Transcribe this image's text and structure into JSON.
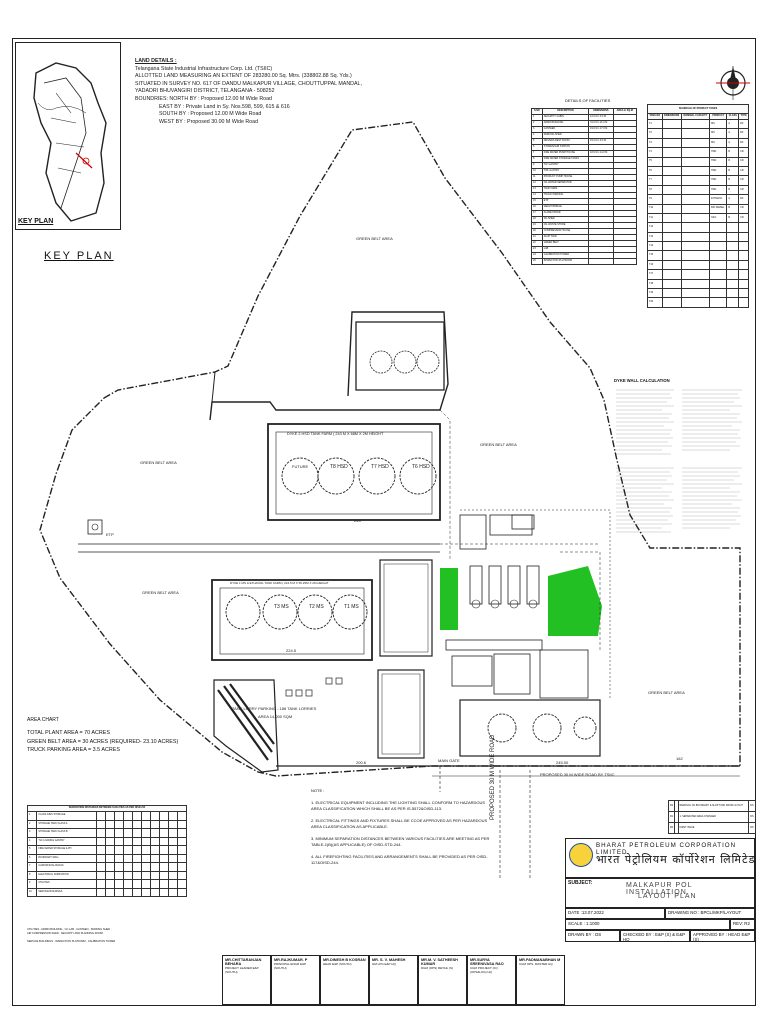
{
  "key_plan": {
    "label": "KEY PLAN",
    "title": "KEY PLAN"
  },
  "land_details": {
    "heading": "LAND DETAILS :",
    "lines": [
      "Telangana State Industrial Infrastructure Corp. Ltd. (TSIIC)",
      "ALLOTTED LAND MEASURING AN EXTENT OF 283280.00 Sq. Mtrs. (338802.88 Sq. Yds.)",
      "SITUATED IN SURVEY NO. 617 OF DANDU MALKAPUR VILLAGE, CHOUTTUPPAL MANDAL,",
      "YADADRI BHUVANGIRI DISTRICT, TELANGANA - 508252",
      "BOUNDRIES: NORTH BY : Proposed 12.00 M Wide Road"
    ],
    "indent_lines": [
      "EAST BY : Private Land in Sy. Nos.598, 599, 615 & 616",
      "SOUTH BY : Proposed 12.00 M Wide Road",
      "WEST BY : Proposed 30.00 M Wide Road"
    ]
  },
  "facilities": {
    "title": "DETAILS OF FACILITIES",
    "headers": [
      "S.NO",
      "DESCRIPTION",
      "DIMENSIONS",
      "AREA in SQ.M"
    ],
    "rows": [
      [
        "1",
        "SECURITY CABIN",
        "12.0 M x 6.0 M",
        ""
      ],
      [
        "2",
        "ADMIN BUILDING",
        "31.0 M x 21.0 M",
        ""
      ],
      [
        "3",
        "CANTEEN",
        "19.0 M x 17.0 M",
        ""
      ],
      [
        "4",
        "PARKING SHED",
        "",
        ""
      ],
      [
        "5",
        "DRIVERS REST ROOM",
        "15.0 M x 8.0 M",
        ""
      ],
      [
        "6",
        "STORES/SUB STATION",
        "",
        ""
      ],
      [
        "7",
        "FIRE WATER PUMP HOUSE",
        "18.0 M x 14.0 M",
        ""
      ],
      [
        "8",
        "FIRE WATER STORAGE TANKS",
        "",
        ""
      ],
      [
        "9",
        "TLF GANTRY",
        "",
        ""
      ],
      [
        "10",
        "TWL GANTRY",
        "",
        ""
      ],
      [
        "11",
        "PRODUCT PUMP HOUSE",
        "",
        ""
      ],
      [
        "12",
        "OIL WATER SEPARATOR",
        "",
        ""
      ],
      [
        "13",
        "TANK FARM",
        "",
        ""
      ],
      [
        "14",
        "TRUCK PARKING",
        "",
        ""
      ],
      [
        "15",
        "ETP",
        "",
        ""
      ],
      [
        "16",
        "WEIGH BRIDGE",
        "",
        ""
      ],
      [
        "17",
        "FLAME PROOF",
        "",
        ""
      ],
      [
        "18",
        "DG SHED",
        "",
        ""
      ],
      [
        "19",
        "OIL WASTE STORE",
        "",
        ""
      ],
      [
        "20",
        "COMPRESSOR HOUSE",
        "",
        ""
      ],
      [
        "21",
        "SLOP TANK",
        "",
        ""
      ],
      [
        "22",
        "GREEN BELT",
        "",
        ""
      ],
      [
        "23",
        "LAB",
        "",
        ""
      ],
      [
        "24",
        "CALIBRATION TOWER",
        "",
        ""
      ],
      [
        "25",
        "INSPECTION PLATFORM",
        "",
        ""
      ]
    ]
  },
  "schedule": {
    "title": "SCHEDULE OF PRODUCT TANKS",
    "headers": [
      "TANK NO",
      "DIMENSIONS",
      "NOMINAL CAPACITY",
      "PRODUCT",
      "CLASS",
      "TYPE"
    ],
    "rows": [
      [
        "T1",
        "",
        "",
        "MS",
        "A",
        "FR"
      ],
      [
        "T2",
        "",
        "",
        "MS",
        "A",
        "FR"
      ],
      [
        "T3",
        "",
        "",
        "MS",
        "A",
        "FR"
      ],
      [
        "T4",
        "",
        "",
        "HSD",
        "B",
        "CR"
      ],
      [
        "T5",
        "",
        "",
        "HSD",
        "B",
        "CR"
      ],
      [
        "T6",
        "",
        "",
        "HSD",
        "B",
        "CR"
      ],
      [
        "T7",
        "",
        "",
        "HSD",
        "B",
        "CR"
      ],
      [
        "T8",
        "",
        "",
        "HSD",
        "B",
        "CR"
      ],
      [
        "T9",
        "",
        "",
        "ETHANOL",
        "A",
        "FR"
      ],
      [
        "T10",
        "",
        "",
        "BIO DIESEL",
        "B",
        "CR"
      ],
      [
        "T11",
        "",
        "",
        "SKO",
        "B",
        "CR"
      ],
      [
        "T12",
        "",
        "",
        "",
        "",
        ""
      ],
      [
        "T13",
        "",
        "",
        "",
        "",
        ""
      ],
      [
        "T14",
        "",
        "",
        "",
        "",
        ""
      ],
      [
        "T15",
        "",
        "",
        "",
        "",
        ""
      ],
      [
        "T16",
        "",
        "",
        "",
        "",
        ""
      ],
      [
        "T17",
        "",
        "",
        "",
        "",
        ""
      ],
      [
        "T18",
        "",
        "",
        "",
        "",
        ""
      ],
      [
        "T19",
        "",
        "",
        "",
        "",
        ""
      ],
      [
        "T20",
        "",
        "",
        "",
        "",
        ""
      ]
    ]
  },
  "dyke": {
    "title": "DYKE WALL CALCULATION"
  },
  "map_labels": {
    "green_belt": "GREEN BELT AREA",
    "dyke2": "DYKE 2 HSD TANK FARM ( 243 M X 68M X 2M HEIGHT",
    "dyke1": "DYKE 1 MS & ETHANOL TANK FARM ( 224.5 M X 56.25M X 2M HEIGHT",
    "parking": "TANK LORRY PARKING - 186 TANK LORRIES",
    "parking_area": "AREA 14,000 SQM",
    "main_gate": "MAIN GATE",
    "road_south": "PROPOSED 30 M WIDE ROAD BY TSIIC",
    "road_vertical": "PROPOSED 30 M WIDE ROAD",
    "etp": "ETP",
    "future": "FUTURE",
    "tanks_top": [
      "T8 HSD",
      "T7 HSD",
      "T6 HSD"
    ],
    "tanks_bottom": [
      "T3 MS",
      "T2 MS",
      "T1 MS"
    ],
    "dim_243": "243",
    "dim_2245": "224.5",
    "dim_200": "200.6",
    "dim_245": "245.00",
    "dim_162": "162"
  },
  "area_chart": {
    "title": "AREA CHART",
    "lines": [
      "TOTAL PLANT AREA = 70 ACRES",
      "GREEN BELT AREA = 30 ACRES (REQUIRED- 23.10 ACRES)",
      "TRUCK PARKING AREA = 3.5 ACRES"
    ]
  },
  "notes": {
    "title": "NOTE :",
    "items": [
      "1.   ELECTRICAL EQUIPMENT INCLUDING THE LIGHTING SHALL CONFORM TO HAZARDOUS AREA CLASSIFICATION WHICH SHALL BE AS PER IS-5572&OISD-113.",
      "2.   ELECTRICAL FITTINGS AND FIXTURES SHALL BE CCOE APPROVED AS PER HAZARDOUS AREA CLASSIFICATION AS APPLICABLE.",
      "3. MINIMUM SEPARATION DISTANCES BETWEEN VARIOUS FACILITIES ARE MEETING AS PER TABLE-1(B)(AS APPLICABLE) OF OISD-STD-244.",
      "4. ALL FIREFIGHTING FACILITIES AND ARRANGEMENTS SHALL BE PROVIDED AS PER OISD-117&OISD-244."
    ]
  },
  "separation": {
    "title": "SEPARATION DISTANCES BETWEEN FACILITIES AS PER OISD 244",
    "rows": [
      [
        "1",
        "CLASS A/B/C STORAGE"
      ],
      [
        "2",
        "STORAGE TANK CLASS A"
      ],
      [
        "3",
        "STORAGE TANK CLASS B"
      ],
      [
        "4",
        "TLF LOADING GANTRY"
      ],
      [
        "5",
        "FIRE WATER STORAGE & PH"
      ],
      [
        "6",
        "BOUNDARY WALL"
      ],
      [
        "7",
        "CAR/OFFICIAL BLDGS"
      ],
      [
        "8",
        "ELECTRICAL SUBSTATION"
      ],
      [
        "9",
        "UTILITIES"
      ],
      [
        "10",
        "SERVICE BUILDINGS"
      ]
    ],
    "footer": [
      "UTILITIES : ADMIN BUILDING , CC LAB , CANTEEN , PARKING SHED ,",
      "AIR COMPRESSOR SHED , SECURITY AND PLANNING ROOM",
      "SERVICE BUILDINGS : INSPECTION PLATFORM , CALIBRATION TOWER"
    ]
  },
  "title_block": {
    "company_en": "BHARAT PETROLEUM CORPORATION LIMITED",
    "company_hi": "भारत पेट्रोलियम कॉर्पोरेशन लिमिटेड",
    "subject_label": "SUBJECT:",
    "subject_1": "MALKAPUR POL INSTALLATION",
    "subject_2": "LAYOUT PLAN",
    "date": "DATE :13.07.2022",
    "drawing_no": "DRAWING NO :  BPCL/MKP/LAYOUT",
    "scale": "SCALE : 1:1000",
    "rev": "REV: R2",
    "drawn_by": "DRAWN BY : DS",
    "checked_by": "CHECKED BY : E&P (S) & E&P HQ",
    "approved_by": "APPROVED BY : HEAD E&P (S)"
  },
  "signatures": [
    {
      "name": "MR.CHITTARANJAN BEHARA",
      "role": "PROJECT LEADER E&P (SOUTH)"
    },
    {
      "name": "MR.RAJKUMAR. P",
      "role": "PRINCIPAL.ENGR E&P (SOUTH)"
    },
    {
      "name": "MR.DINESH B KOSRAN",
      "role": "HEAD E&P (SOUTH)"
    },
    {
      "name": "MR. S. V. MAHESH",
      "role": "GM LPG E&P HQ"
    },
    {
      "name": "MR.M. V. SATHEESH KUMAR",
      "role": "DGM (OPS) RETAIL (S)"
    },
    {
      "name": "MR.SURYA SREENIVASA RAO",
      "role": "CGM PROJECT (IC) (OPS&LOG) HQ"
    },
    {
      "name": "MR.PADMANABHAN M",
      "role": "CGM OPS. MASTER HQ"
    }
  ],
  "revisions": [
    [
      "R2",
      "",
      "REMOVAL OF BOUNDARY & SLOP TANK FROM LAYOUT",
      "DS"
    ],
    [
      "R1",
      "",
      "1. SEPARATED AREA CHANGED",
      "DS"
    ],
    [
      "R0",
      "",
      "FIRST ISSUE",
      "DS"
    ]
  ],
  "colors": {
    "green_belt": "#22c022",
    "magenta": "#c000c0",
    "red": "#d00000",
    "blue": "#0030c0",
    "line": "#222222"
  }
}
